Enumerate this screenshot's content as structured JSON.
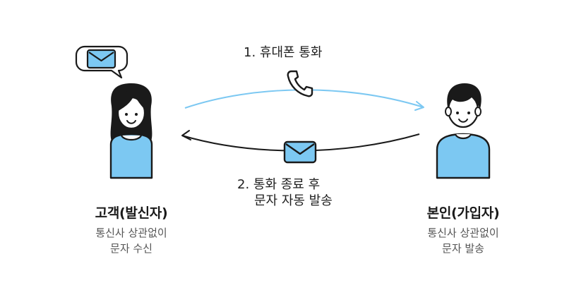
{
  "steps": {
    "step1": "1. 휴대폰 통화",
    "step2_line1": "2. 통화 종료 후",
    "step2_line2": "문자 자동 발송"
  },
  "customer": {
    "title": "고객(발신자)",
    "desc_line1": "통신사 상관없이",
    "desc_line2": "문자 수신"
  },
  "owner": {
    "title": "본인(가입자)",
    "desc_line1": "통신사 상관없이",
    "desc_line2": "문자 발송"
  },
  "colors": {
    "accent_blue": "#7cc8f2",
    "outline": "#1a1a1a",
    "skin": "#ffffff"
  },
  "icons": [
    "envelope-icon",
    "phone-icon",
    "speech-bubble-icon"
  ]
}
